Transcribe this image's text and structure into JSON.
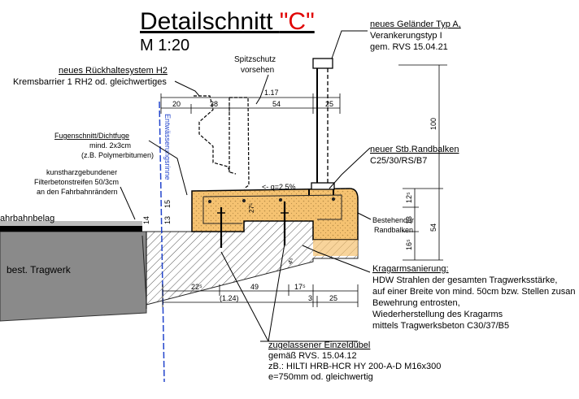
{
  "title": {
    "main": "Detailschnitt ",
    "highlight": "\"C\"",
    "scale": "M 1:20"
  },
  "colors": {
    "highlight": "#e00000",
    "concrete_new": "#f5c271",
    "hatch": "#444444",
    "ground": "#8a8a8a",
    "axis_blue": "#2244cc"
  },
  "labels": {
    "gelaender": [
      "neues Geländer Typ A,",
      "Verankerungstyp I",
      "gem. RVS 15.04.21"
    ],
    "rueckhalt": [
      "neues Rückhaltesystem H2",
      "Kremsbarrier 1 RH2 od. gleichwertiges"
    ],
    "spitzschutz": [
      "Spitzschutz",
      "vorsehen"
    ],
    "fuge": [
      "Fugenschnitt/Dichtfuge",
      "mind. 2x3cm",
      "(z.B. Polymerbitumen)"
    ],
    "filter": [
      "kunstharzgebundener",
      "Filterbetonstreifen 50/3cm",
      "an den Fahrbahnrändern"
    ],
    "fahrbahnbelag": "ahrbahnbelag",
    "tragwerk": "best. Tragwerk",
    "randbalken_neu": [
      "neuer Stb.Randbalken",
      "C25/30/RS/B7"
    ],
    "randbalken_bestehend": [
      "Bestehender",
      "Randbalken"
    ],
    "entwaesserung": "Entwässerungsrinne",
    "gefaelle": "<- q=2,5%",
    "kragarm": [
      "Kragarmsanierung:",
      "HDW Strahlen der gesamten Tragwerksstärke,",
      "auf einer Breite von mind. 50cm bzw. Stellen zusan",
      "Bewehrung entrosten,",
      "Wiederherstellung des Kragarms",
      "mittels Tragwerksbeton C30/37/B5"
    ],
    "duebel": [
      "zugelassener Einzeldübel",
      "gemäß RVS. 15.04.12",
      "zB.: HILTI HRB-HCR HY 200-A-D M16x300",
      "e=750mm od. gleichwertig"
    ]
  },
  "dims": {
    "top": [
      "1.17",
      "20",
      "38",
      "54",
      "25"
    ],
    "bottom": [
      "22⁵",
      "49",
      "17⁵",
      "(1.24)",
      "3",
      "25"
    ],
    "right": [
      "100",
      "12⁵",
      "13",
      "54",
      "16⁵"
    ],
    "left": [
      "15",
      "13",
      "14"
    ],
    "misc": [
      "27⁵",
      "4⁵"
    ]
  }
}
